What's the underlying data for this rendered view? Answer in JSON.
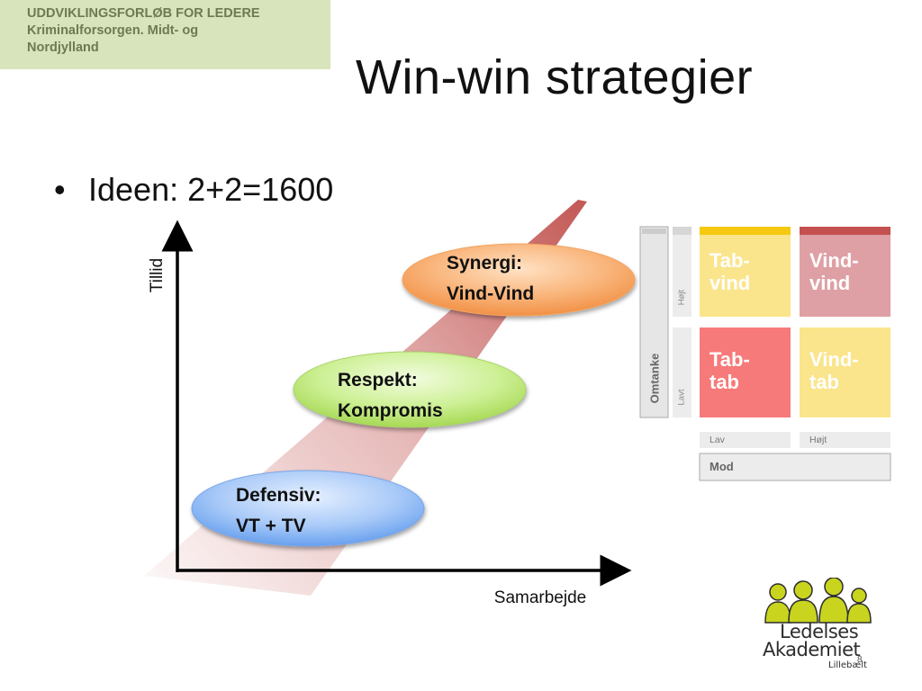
{
  "header": {
    "line1": "UDDVIKLINGSFORLØB FOR LEDERE",
    "line2": "Kriminalforsorgen. Midt- og",
    "line3": "Nordjylland"
  },
  "title": "Win-win strategier",
  "bullet": "Ideen: 2+2=1600",
  "axes": {
    "y_label": "Tillid",
    "x_label": "Samarbejde"
  },
  "ellipses": [
    {
      "line1": "Synergi:",
      "line2": "Vind-Vind",
      "color": "#f5a35a"
    },
    {
      "line1": "Respekt:",
      "line2": "Kompromis",
      "color": "#b6e26a"
    },
    {
      "line1": "Defensiv:",
      "line2": "VT + TV",
      "color": "#7fb0f0"
    }
  ],
  "grid": {
    "cells": [
      {
        "line1": "Tab-",
        "line2": "vind",
        "color": "#fae58c"
      },
      {
        "line1": "Vind-",
        "line2": "vind",
        "color": "#dea0a4"
      },
      {
        "line1": "Tab-",
        "line2": "tab",
        "color": "#f77a7a"
      },
      {
        "line1": "Vind-",
        "line2": "tab",
        "color": "#fae58c"
      }
    ],
    "row_high": "Højt",
    "row_low": "Lavt",
    "row_axis": "Omtanke",
    "col_low": "Lav",
    "col_high": "Højt",
    "col_axis": "Mod"
  },
  "logo": {
    "line1": "Ledelses",
    "line2": "Akademiet",
    "line3": "Lillebælt"
  },
  "page_number": "8"
}
